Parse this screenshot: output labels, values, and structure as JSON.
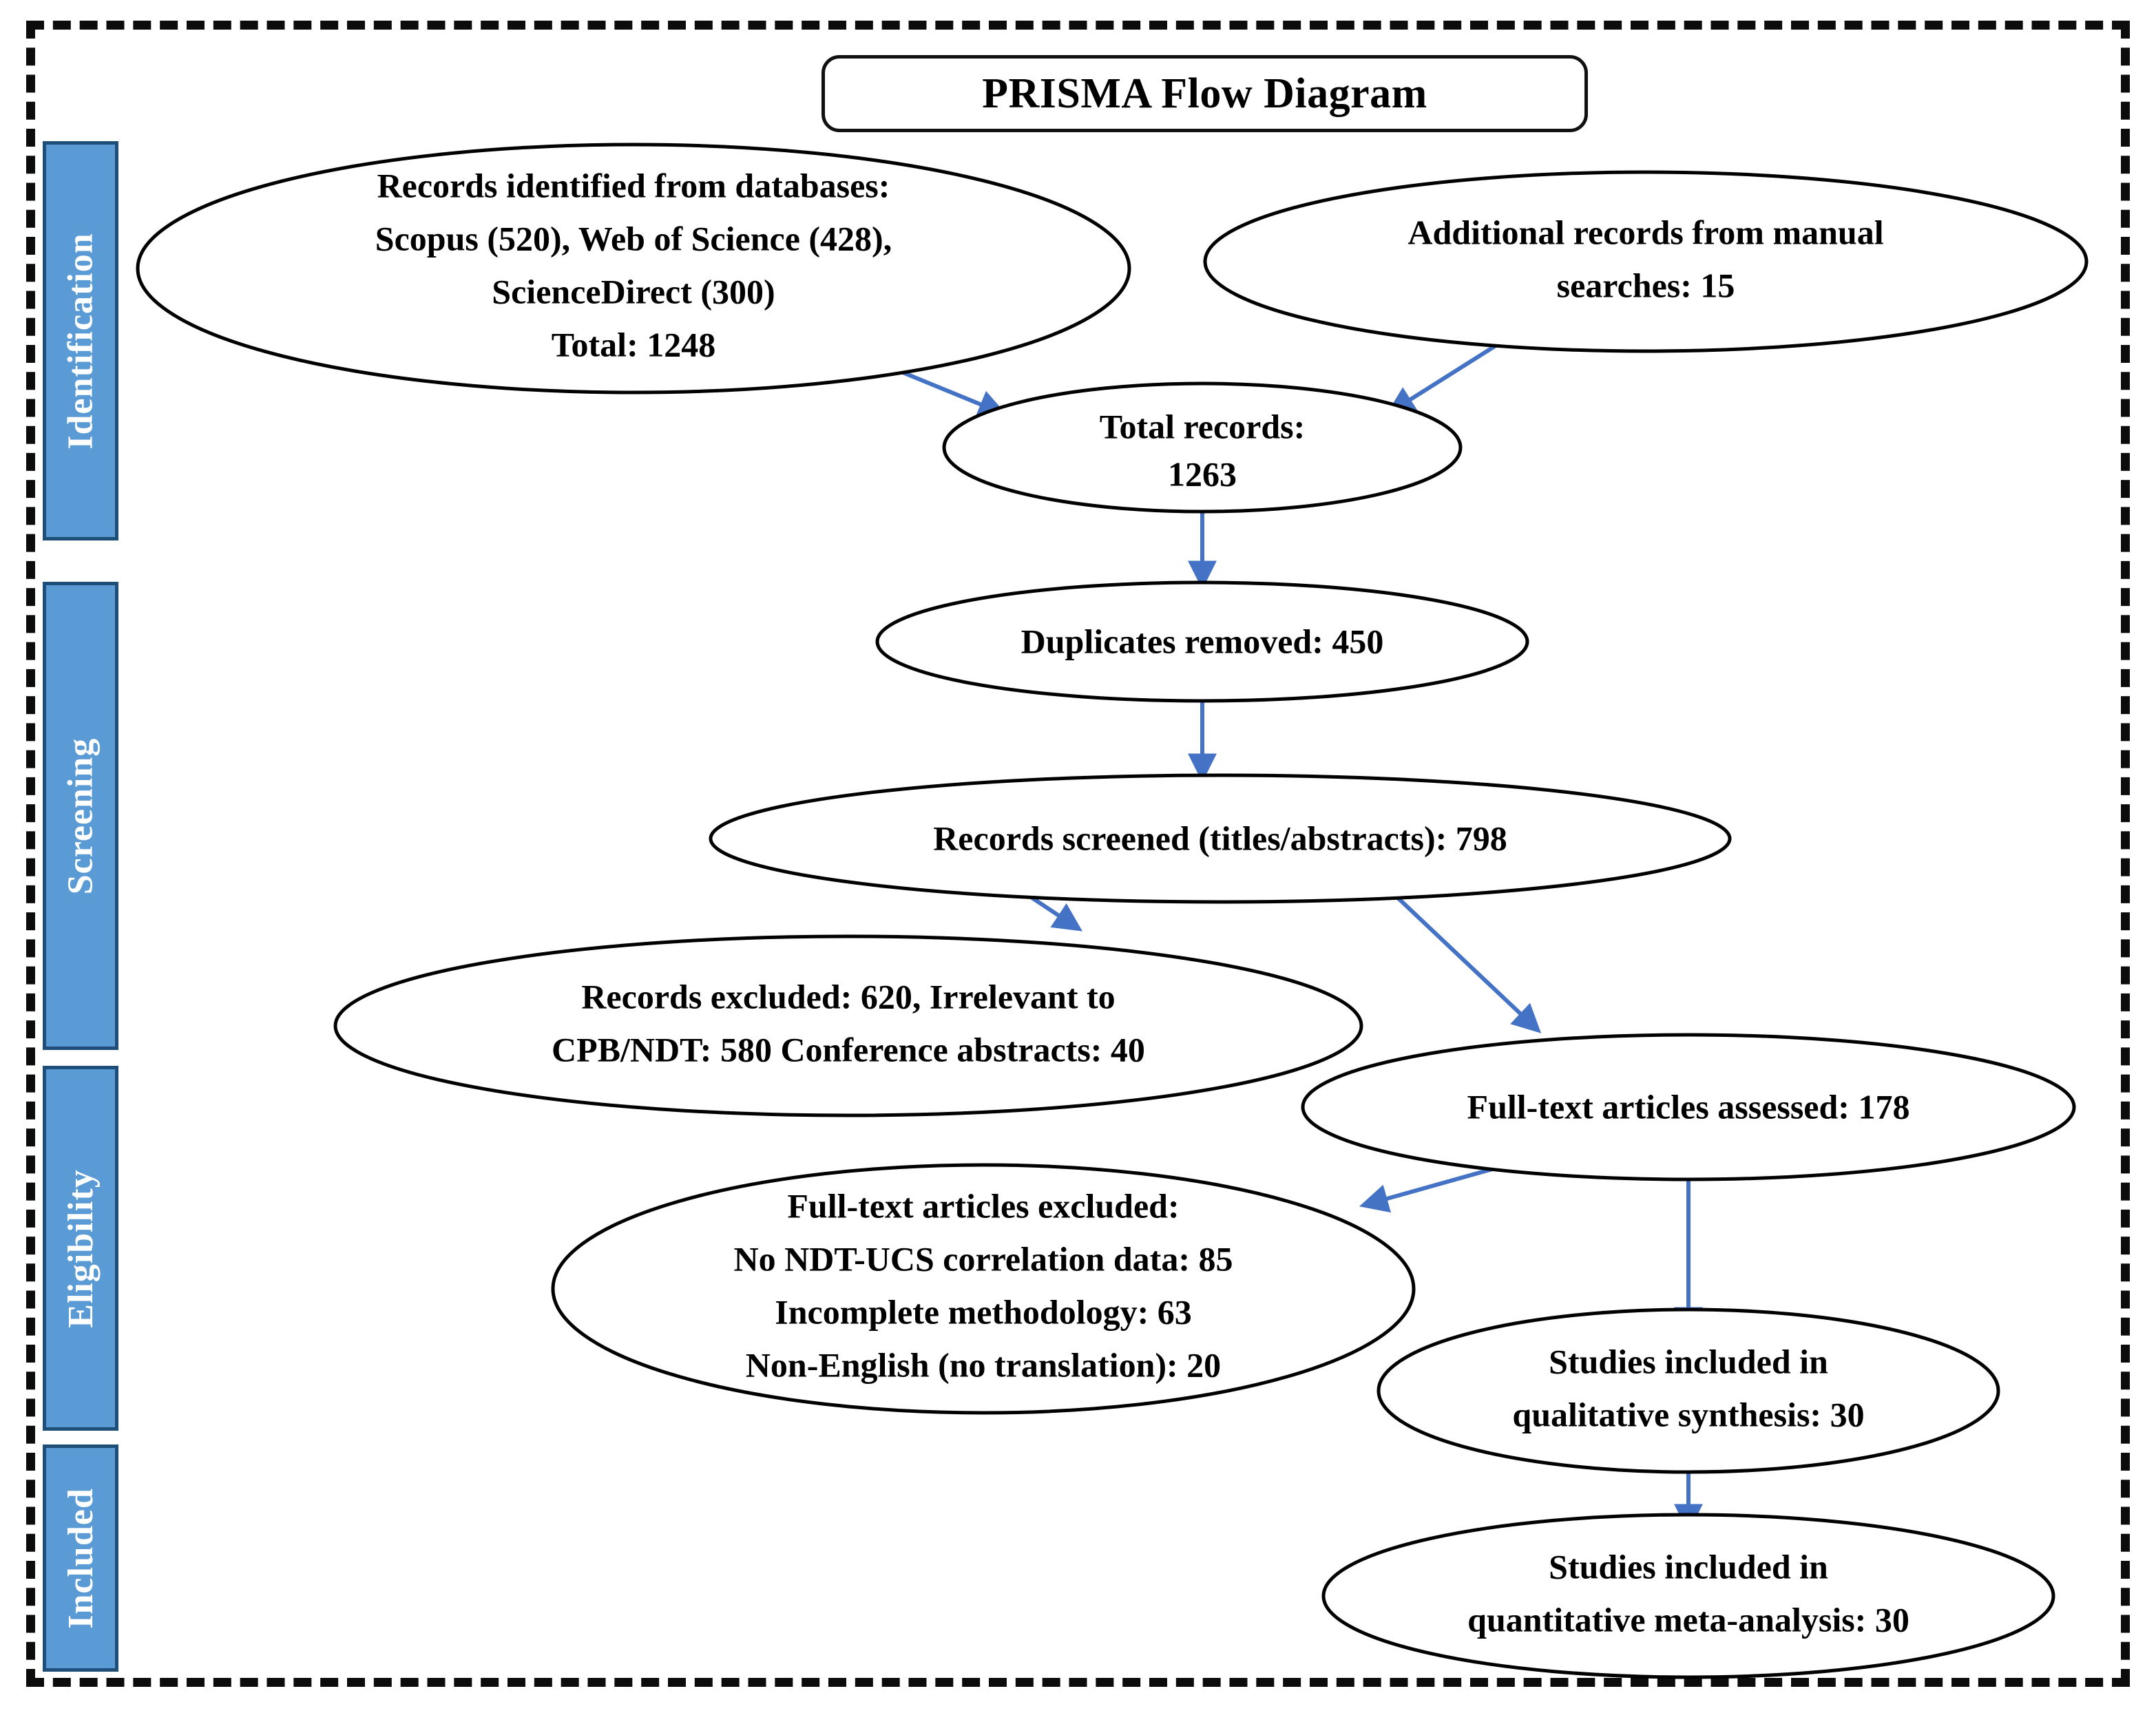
{
  "diagram": {
    "title": "PRISMA Flow Diagram",
    "frame_style": "dashed",
    "colors": {
      "stage_fill": "#5B9BD5",
      "stage_border": "#1F4E79",
      "stage_text": "#FFFFFF",
      "arrow": "#4472C4",
      "node_stroke": "#000000",
      "frame": "#0C0C0C"
    }
  },
  "stages": [
    {
      "id": "identification",
      "label": "Identification"
    },
    {
      "id": "screening",
      "label": "Screening"
    },
    {
      "id": "eligibility",
      "label": "Eligibility"
    },
    {
      "id": "included",
      "label": "Included"
    }
  ],
  "nodes": [
    {
      "id": "records-identified",
      "stage": "identification",
      "lines": [
        "Records identified from databases:",
        "Scopus (520), Web of Science (428),",
        "ScienceDirect (300)",
        "Total: 1248"
      ]
    },
    {
      "id": "additional-records",
      "stage": "identification",
      "lines": [
        "Additional records from manual",
        "searches: 15"
      ]
    },
    {
      "id": "total-records",
      "stage": "identification",
      "lines": [
        "Total records:",
        "1263"
      ]
    },
    {
      "id": "duplicates-removed",
      "stage": "screening",
      "lines": [
        "Duplicates removed: 450"
      ]
    },
    {
      "id": "records-screened",
      "stage": "screening",
      "lines": [
        "Records screened (titles/abstracts): 798"
      ]
    },
    {
      "id": "records-excluded",
      "stage": "screening",
      "lines": [
        "Records excluded: 620, Irrelevant to",
        "CPB/NDT: 580 Conference abstracts: 40"
      ]
    },
    {
      "id": "fulltext-assessed",
      "stage": "eligibility",
      "lines": [
        "Full-text articles assessed: 178"
      ]
    },
    {
      "id": "fulltext-excluded",
      "stage": "eligibility",
      "lines": [
        "Full-text articles excluded:",
        "No NDT-UCS correlation data: 85",
        "Incomplete methodology: 63",
        "Non-English (no translation): 20"
      ]
    },
    {
      "id": "qualitative-synthesis",
      "stage": "included",
      "lines": [
        "Studies included in",
        "qualitative synthesis: 30"
      ]
    },
    {
      "id": "quantitative-meta",
      "stage": "included",
      "lines": [
        "Studies included in",
        "quantitative meta-analysis: 30"
      ]
    }
  ],
  "edges": [
    {
      "from": "records-identified",
      "to": "total-records"
    },
    {
      "from": "additional-records",
      "to": "total-records"
    },
    {
      "from": "total-records",
      "to": "duplicates-removed"
    },
    {
      "from": "duplicates-removed",
      "to": "records-screened"
    },
    {
      "from": "records-screened",
      "to": "records-excluded"
    },
    {
      "from": "records-screened",
      "to": "fulltext-assessed"
    },
    {
      "from": "fulltext-assessed",
      "to": "fulltext-excluded"
    },
    {
      "from": "fulltext-assessed",
      "to": "qualitative-synthesis"
    },
    {
      "from": "qualitative-synthesis",
      "to": "quantitative-meta"
    }
  ],
  "counts": {
    "scopus": 520,
    "web_of_science": 428,
    "science_direct": 300,
    "databases_total": 1248,
    "manual_searches": 15,
    "total_records": 1263,
    "duplicates_removed": 450,
    "records_screened": 798,
    "records_excluded": 620,
    "irrelevant_cpb_ndt": 580,
    "conference_abstracts": 40,
    "fulltext_assessed": 178,
    "no_correlation_data": 85,
    "incomplete_methodology": 63,
    "non_english": 20,
    "qualitative_synthesis": 30,
    "quantitative_meta_analysis": 30
  }
}
